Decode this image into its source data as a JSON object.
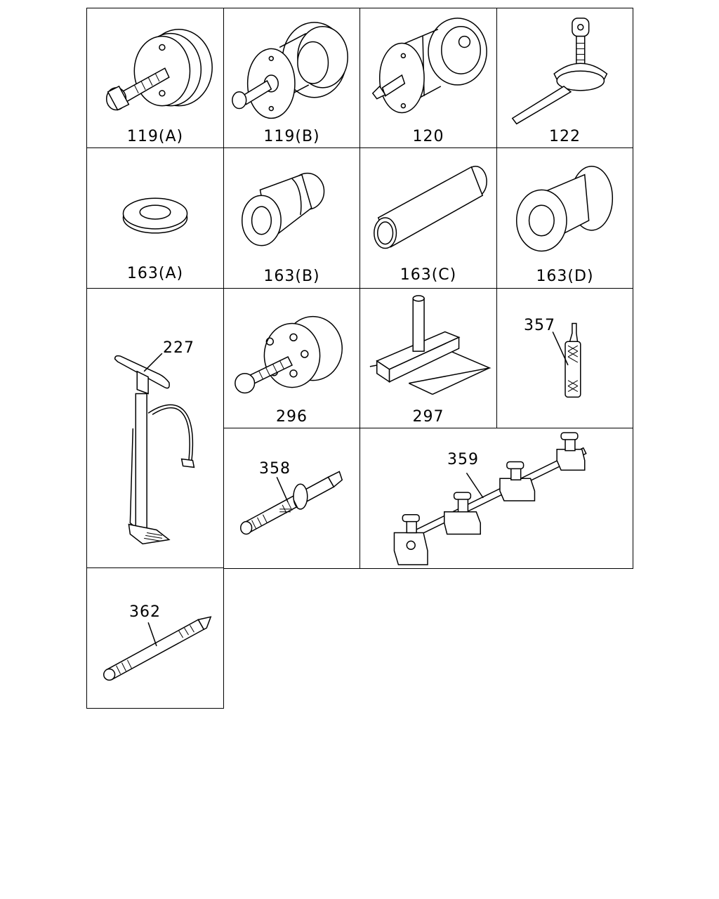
{
  "parts": [
    {
      "id": "119a",
      "label": "119(A)"
    },
    {
      "id": "119b",
      "label": "119(B)"
    },
    {
      "id": "120",
      "label": "120"
    },
    {
      "id": "122",
      "label": "122"
    },
    {
      "id": "163a",
      "label": "163(A)"
    },
    {
      "id": "163b",
      "label": "163(B)"
    },
    {
      "id": "163c",
      "label": "163(C)"
    },
    {
      "id": "163d",
      "label": "163(D)"
    },
    {
      "id": "227",
      "label": "227"
    },
    {
      "id": "296",
      "label": "296"
    },
    {
      "id": "297",
      "label": "297"
    },
    {
      "id": "357",
      "label": "357"
    },
    {
      "id": "358",
      "label": "358"
    },
    {
      "id": "359",
      "label": "359"
    },
    {
      "id": "362",
      "label": "362"
    }
  ]
}
